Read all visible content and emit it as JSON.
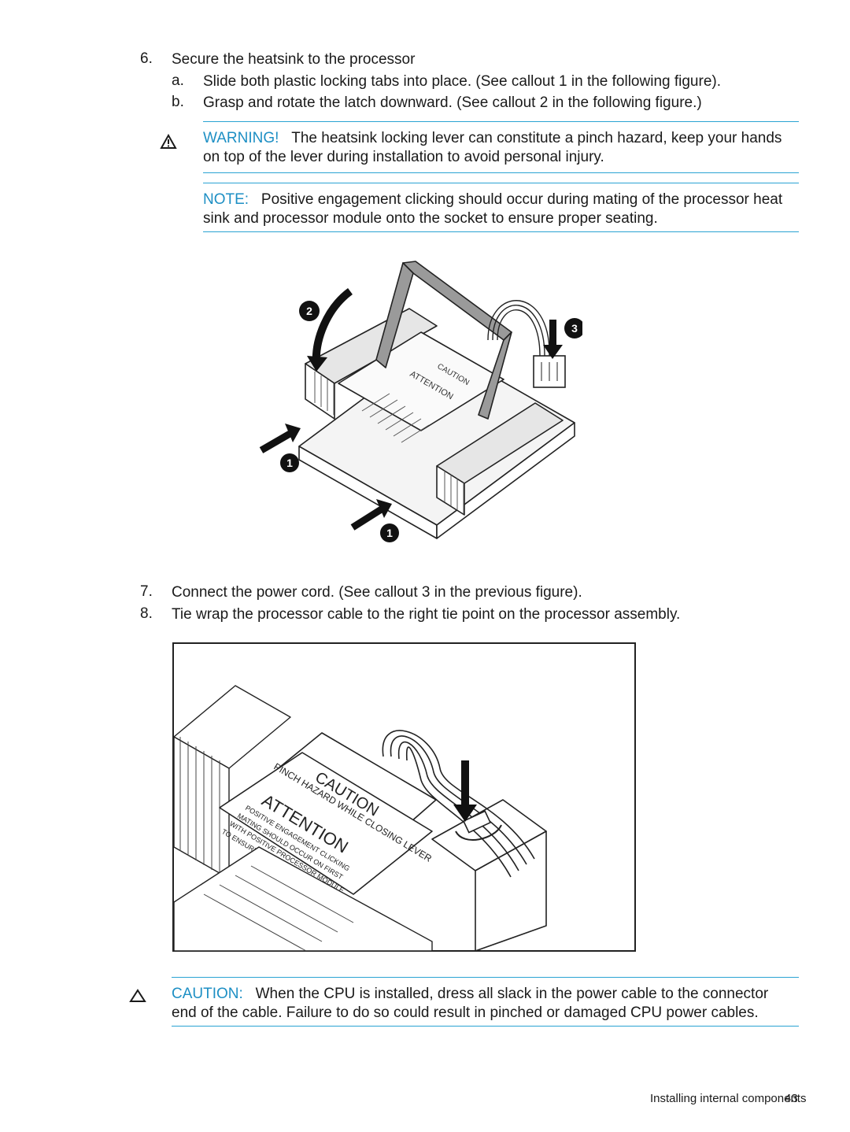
{
  "steps": {
    "s6": {
      "num": "6.",
      "text": "Secure the heatsink to the processor"
    },
    "s6a": {
      "letter": "a.",
      "text": "Slide both plastic locking tabs into place. (See callout 1 in the following figure)."
    },
    "s6b": {
      "letter": "b.",
      "text": "Grasp and rotate the latch downward. (See callout 2 in the following figure.)"
    },
    "s7": {
      "num": "7.",
      "text": "Connect the power cord. (See callout 3 in the previous figure)."
    },
    "s8": {
      "num": "8.",
      "text": "Tie wrap the processor cable to the right tie point on the processor assembly."
    }
  },
  "warning": {
    "label": "WARNING!",
    "line1": "The heatsink locking lever can constitute a pinch hazard, keep your hands",
    "line2": "on top of the lever during installation to avoid personal injury."
  },
  "note": {
    "label": "NOTE:",
    "line1": "Positive engagement clicking should occur during mating of the processor heat",
    "line2": "sink and processor module onto the socket to ensure proper seating."
  },
  "caution": {
    "label": "CAUTION:",
    "line1": "When the CPU is installed, dress all slack in the power cable to the connector",
    "line2": "end of the cable. Failure to do so could result in pinched or damaged CPU power cables."
  },
  "figure1": {
    "callouts": [
      "2",
      "3",
      "1",
      "1"
    ],
    "label_attention": "ATTENTION",
    "label_caution": "CAUTION"
  },
  "figure2": {
    "label_caution": "CAUTION",
    "label_attention": "ATTENTION",
    "label_pinch": "PINCH HAZARD WHILE CLOSING LEVER",
    "label_positive": "POSITIVE ENGAGEMENT CLICKING",
    "label_mating": "MATING SHOULD OCCUR ON FIRST",
    "label_with": "WITH POSITIVE PROCESSOR MODULE",
    "label_ensure": "TO ENSURE PROPER SEATING"
  },
  "footer": {
    "section": "Installing internal components",
    "page": "43"
  },
  "colors": {
    "accent": "#1d8fc4",
    "rule": "#2aa3d3",
    "text": "#1a1a1a"
  }
}
